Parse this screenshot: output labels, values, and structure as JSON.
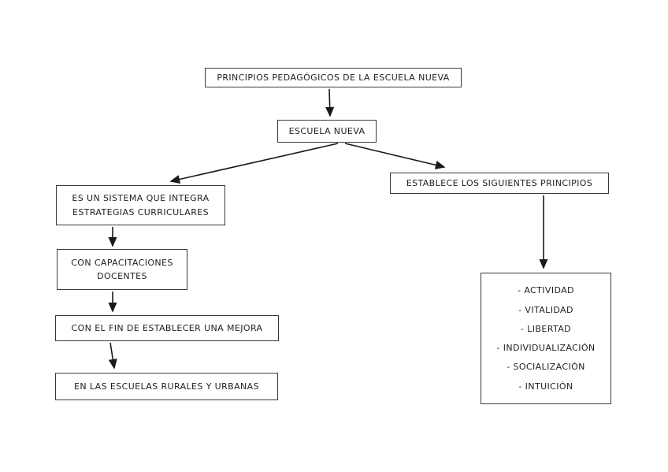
{
  "nodes": {
    "root": {
      "label": "PRINCIPIOS PEDAGÓGICOS DE LA ESCUELA NUEVA"
    },
    "escuela_nueva": {
      "label": "ESCUELA NUEVA"
    },
    "sistema": {
      "lines": [
        "ES UN SISTEMA QUE INTEGRA",
        "ESTRATEGIAS CURRICULARES"
      ]
    },
    "capacitaciones": {
      "lines": [
        "CON CAPACITACIONES",
        "DOCENTES"
      ]
    },
    "mejora": {
      "label": "CON EL FIN DE ESTABLECER UNA MEJORA"
    },
    "escuelas": {
      "label": "EN LAS ESCUELAS RURALES Y URBANAS"
    },
    "principios_header": {
      "label": "ESTABLECE LOS SIGUIENTES PRINCIPIOS"
    },
    "principios_list": {
      "items": [
        "- ACTIVIDAD",
        "- VITALIDAD",
        "- LIBERTAD",
        "- INDIVIDUALIZACIÓN",
        "- SOCIALIZACIÓN",
        "- INTUICIÓN"
      ]
    }
  },
  "colors": {
    "background": "#ffffff",
    "box_border": "#3a3a3a",
    "text": "#1f1f1f",
    "arrow": "#1a1a1a"
  }
}
